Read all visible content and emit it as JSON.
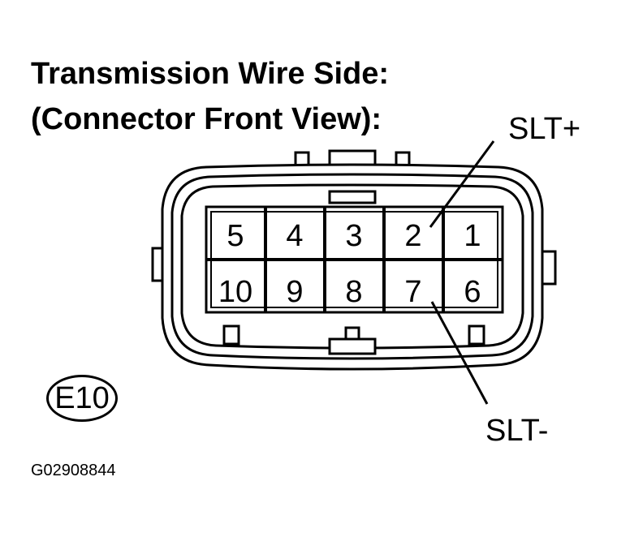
{
  "title": {
    "line1": "Transmission Wire Side:",
    "line2": "(Connector Front View):"
  },
  "callouts": {
    "slt_plus": "SLT+",
    "slt_minus": "SLT-"
  },
  "connector_code": "E10",
  "figure_code": "G02908844",
  "pins": {
    "top_row": [
      "5",
      "4",
      "3",
      "2",
      "1"
    ],
    "bottom_row": [
      "10",
      "9",
      "8",
      "7",
      "6"
    ]
  }
}
